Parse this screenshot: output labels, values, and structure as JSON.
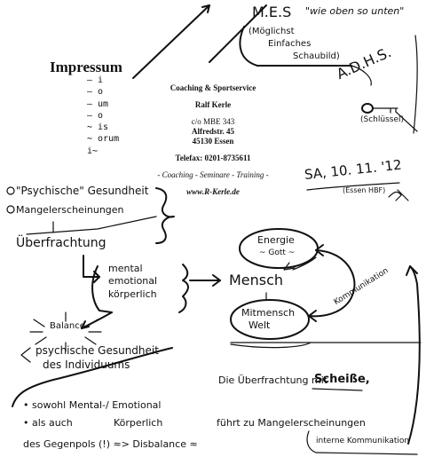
{
  "header": {
    "mes": "M.E.S",
    "motto": "\"wie oben so unten\"",
    "subtitle_lines": [
      "(Möglichst",
      "Einfaches",
      "Schaubild)"
    ],
    "adhs": "A.D.H.S.",
    "schluessel": "(Schlüssel)"
  },
  "impressum": {
    "title": "Impressum",
    "list": [
      "— i",
      "— o",
      "— um",
      "— o",
      "∼ is",
      "∼ orum",
      "i∼"
    ],
    "company": "Coaching & Sportservice",
    "name": "Ralf  Kerle",
    "address": [
      "c/o MBE 343",
      "Alfredstr. 45",
      "45130 Essen"
    ],
    "phone": "Telefax: 0201-8735611",
    "services": "- Coaching  -  Seminare  -  Training  -",
    "website": "www.R-Kerle.de"
  },
  "date": {
    "text": "SA, 10. 11. '12",
    "place": "(Essen HBF)",
    "signature": "Ɽ"
  },
  "diagram": {
    "psych": "\"Psychische\" Gesundheit",
    "mangel": "Mangelerscheinungen",
    "ueber": "Überfrachtung",
    "mental_lines": [
      "mental",
      "emotional",
      "körperlich"
    ],
    "balance": "Balance",
    "psych_gesund": "psychische Gesundheit",
    "individuum": "des Individuums",
    "energie_lines": [
      "Energie",
      "~ Gott ~"
    ],
    "mensch": "Mensch",
    "mitmensch_lines": [
      "Mitmensch",
      "Welt"
    ],
    "kommunikation": "Kommunikation"
  },
  "note": {
    "line1": "Die Überfrachtung mit",
    "scheisse": "Scheiße,",
    "bullet1": "• sowohl Mental-/ Emotional",
    "bullet2_a": "• als auch",
    "bullet2_b": "Körperlich",
    "bullet2_c": "führt zu Mangelerscheinungen",
    "line4": "des Gegenpols (!) ≈> Disbalance ≈",
    "interne": "interne Kommunikation"
  }
}
